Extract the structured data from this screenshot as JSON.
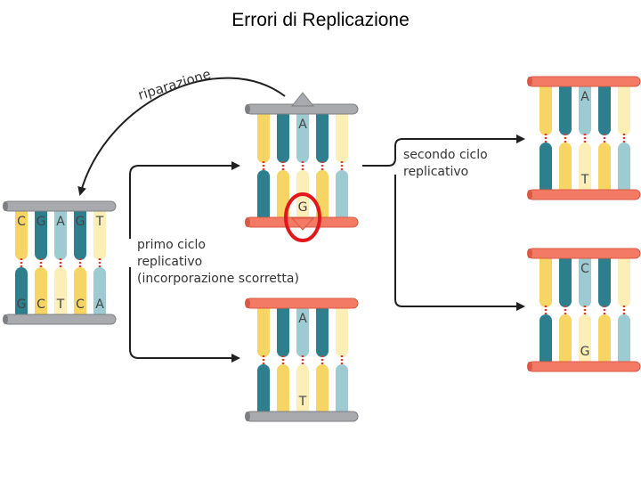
{
  "title": "Errori di Replicazione",
  "labels": {
    "repair": "riparazione",
    "first_cycle": [
      "primo ciclo",
      "replicativo",
      "(incorporazione scorretta)"
    ],
    "second_cycle": [
      "secondo ciclo",
      "replicativo"
    ]
  },
  "colors": {
    "old_strand": "#a8aaad",
    "new_strand": "#f37b66",
    "yellow": "#f6d564",
    "pale_yellow": "#fbefb7",
    "teal": "#2e7f8e",
    "light_teal": "#9ecbd2",
    "bond": "#d93b35",
    "error_circle": "#e3161c",
    "arrow": "#1f1f1f"
  },
  "molecules": {
    "original": {
      "top_strand": "old",
      "bottom_strand": "old",
      "top_bases": [
        "C",
        "G",
        "A",
        "G",
        "T"
      ],
      "bottom_bases": [
        "G",
        "C",
        "T",
        "C",
        "A"
      ]
    },
    "gen1_top": {
      "top_strand": "old",
      "bottom_strand": "new",
      "top_bases": [
        "",
        "",
        "A",
        "",
        ""
      ],
      "bottom_bases": [
        "",
        "",
        "G",
        "",
        ""
      ]
    },
    "gen1_bottom": {
      "top_strand": "new",
      "bottom_strand": "old",
      "top_bases": [
        "",
        "",
        "A",
        "",
        ""
      ],
      "bottom_bases": [
        "",
        "",
        "T",
        "",
        ""
      ]
    },
    "gen2_top": {
      "top_strand": "new",
      "bottom_strand": "new",
      "top_bases": [
        "",
        "",
        "A",
        "",
        ""
      ],
      "bottom_bases": [
        "",
        "",
        "T",
        "",
        ""
      ]
    },
    "gen2_bottom": {
      "top_strand": "new",
      "bottom_strand": "new",
      "top_bases": [
        "",
        "",
        "C",
        "",
        ""
      ],
      "bottom_bases": [
        "",
        "",
        "G",
        "",
        ""
      ]
    }
  }
}
